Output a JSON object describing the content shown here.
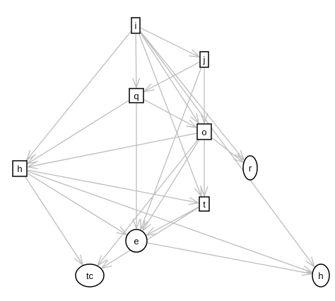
{
  "diagram": {
    "type": "directed-graph",
    "nodes": [
      {
        "id": "i",
        "label": "i",
        "shape": "box"
      },
      {
        "id": "j",
        "label": "j",
        "shape": "box"
      },
      {
        "id": "q",
        "label": "q",
        "shape": "box"
      },
      {
        "id": "o",
        "label": "o",
        "shape": "box"
      },
      {
        "id": "r",
        "label": "r",
        "shape": "ellipse"
      },
      {
        "id": "hL",
        "label": "h",
        "shape": "box"
      },
      {
        "id": "t",
        "label": "t",
        "shape": "box"
      },
      {
        "id": "e",
        "label": "e",
        "shape": "ellipse"
      },
      {
        "id": "tc",
        "label": "tc",
        "shape": "ellipse"
      },
      {
        "id": "hR",
        "label": "h",
        "shape": "ellipse"
      }
    ],
    "edges": [
      [
        "i",
        "j"
      ],
      [
        "i",
        "q"
      ],
      [
        "i",
        "o"
      ],
      [
        "i",
        "r"
      ],
      [
        "i",
        "hL"
      ],
      [
        "i",
        "t"
      ],
      [
        "i",
        "hR"
      ],
      [
        "j",
        "q"
      ],
      [
        "j",
        "o"
      ],
      [
        "j",
        "e"
      ],
      [
        "q",
        "hL"
      ],
      [
        "q",
        "o"
      ],
      [
        "q",
        "e"
      ],
      [
        "o",
        "hL"
      ],
      [
        "o",
        "r"
      ],
      [
        "o",
        "t"
      ],
      [
        "o",
        "e"
      ],
      [
        "o",
        "tc"
      ],
      [
        "hL",
        "t"
      ],
      [
        "hL",
        "e"
      ],
      [
        "hL",
        "tc"
      ],
      [
        "hL",
        "hR"
      ],
      [
        "t",
        "e"
      ],
      [
        "t",
        "tc"
      ],
      [
        "e",
        "hR"
      ]
    ],
    "colors": {
      "edge": "#bdbdbd",
      "node_stroke": "#000000",
      "background": "#ffffff"
    }
  }
}
